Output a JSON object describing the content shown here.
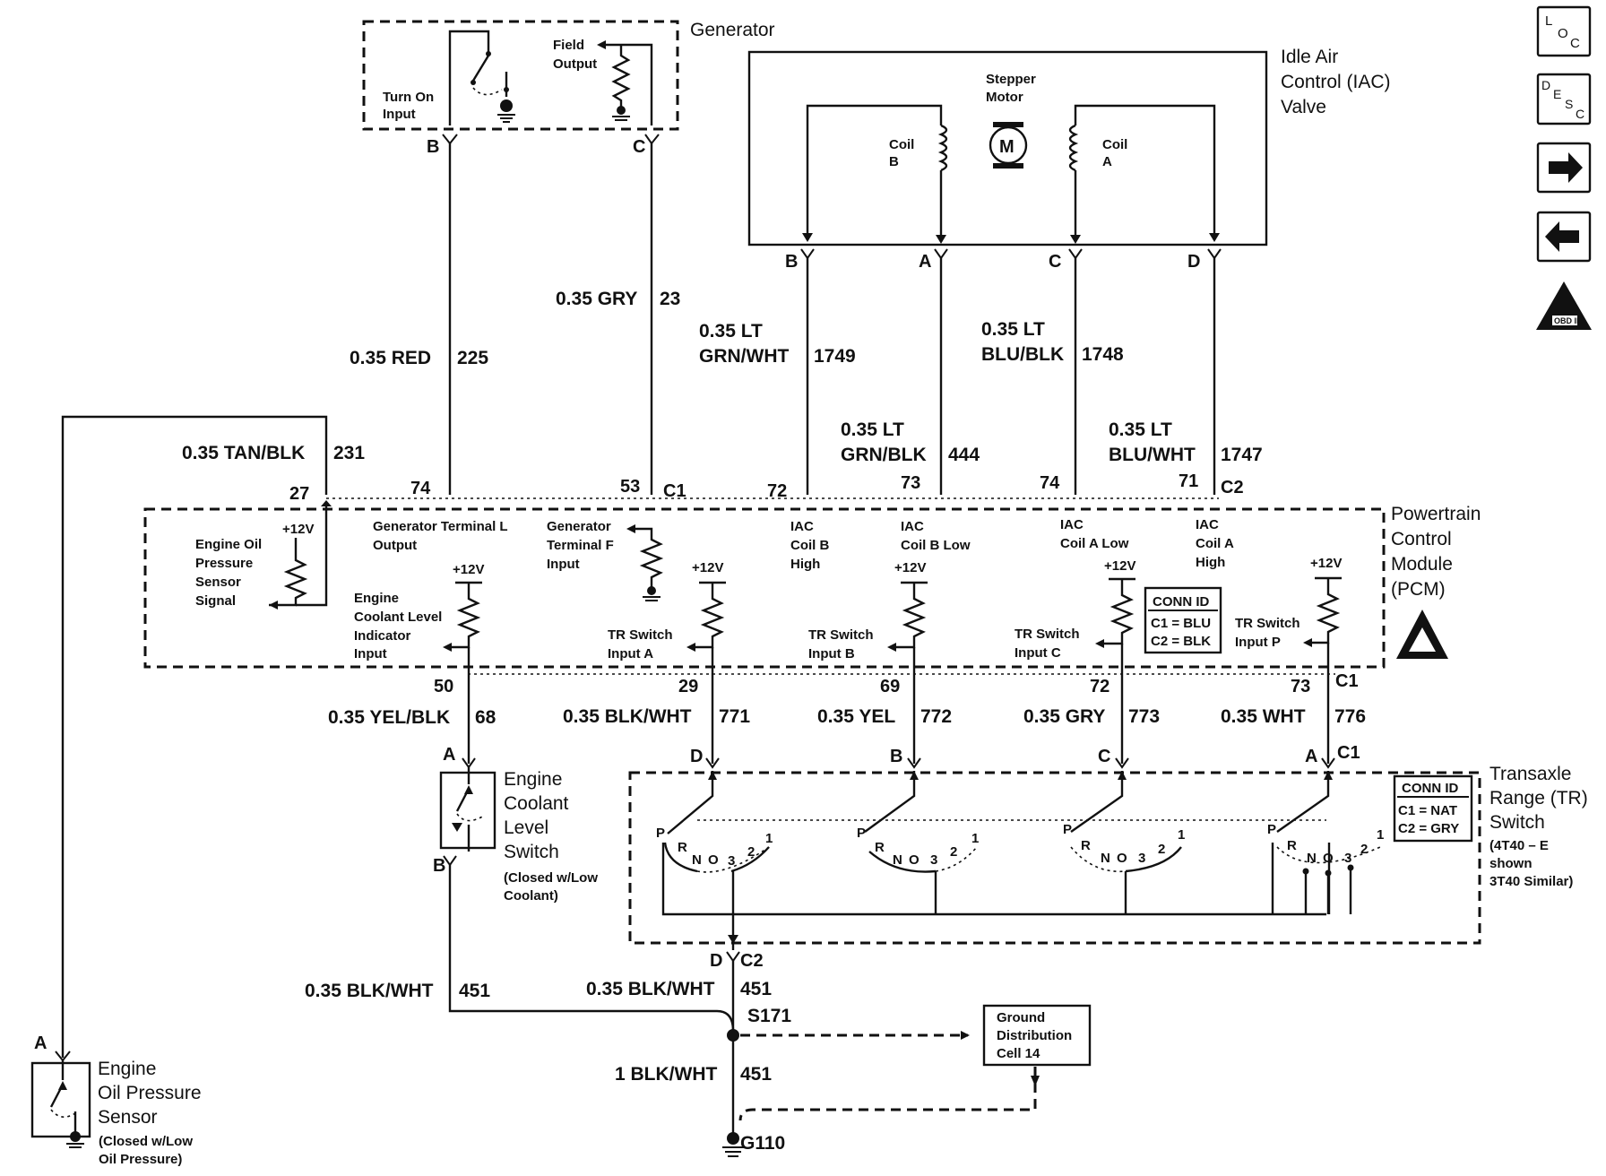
{
  "generator": {
    "title": "Generator",
    "turn_on_input": [
      "Turn On",
      "Input"
    ],
    "field_output": [
      "Field",
      "Output"
    ],
    "pin_b": "B",
    "pin_c": "C"
  },
  "iac": {
    "title": [
      "Idle Air",
      "Control (IAC)",
      "Valve"
    ],
    "motor_label": [
      "Stepper",
      "Motor"
    ],
    "motor_symbol": "M",
    "coil_b": [
      "Coil",
      "B"
    ],
    "coil_a": [
      "Coil",
      "A"
    ],
    "pins": [
      "B",
      "A",
      "C",
      "D"
    ]
  },
  "wires_upper": [
    {
      "gauge": "0.35 RED",
      "circuit": "225"
    },
    {
      "gauge": "0.35 GRY",
      "circuit": "23"
    },
    {
      "gauge": [
        "0.35 LT",
        "GRN/WHT"
      ],
      "circuit": "1749"
    },
    {
      "gauge": [
        "0.35 LT",
        "GRN/BLK"
      ],
      "circuit": "444"
    },
    {
      "gauge": [
        "0.35 LT",
        "BLU/BLK"
      ],
      "circuit": "1748"
    },
    {
      "gauge": [
        "0.35 LT",
        "BLU/WHT"
      ],
      "circuit": "1747"
    },
    {
      "gauge": "0.35 TAN/BLK",
      "circuit": "231"
    }
  ],
  "pcm": {
    "title": [
      "Powertrain",
      "Control",
      "Module",
      "(PCM)"
    ],
    "top_pins": [
      "27",
      "74",
      "53",
      "C1",
      "72",
      "73",
      "74",
      "71",
      "C2"
    ],
    "bottom_pins": [
      "50",
      "29",
      "69",
      "72",
      "73",
      "C1"
    ],
    "supply": "+12V",
    "labels": {
      "oil": [
        "Engine Oil",
        "Pressure",
        "Sensor",
        "Signal"
      ],
      "gen_l": [
        "Generator Terminal L",
        "Output"
      ],
      "gen_f": [
        "Generator",
        "Terminal F",
        "Input"
      ],
      "coolant": [
        "Engine",
        "Coolant Level",
        "Indicator",
        "Input"
      ],
      "iac_b_high": [
        "IAC",
        "Coil B",
        "High"
      ],
      "iac_b_low": [
        "IAC",
        "Coil B Low"
      ],
      "iac_a_low": [
        "IAC",
        "Coil A Low"
      ],
      "iac_a_high": [
        "IAC",
        "Coil A",
        "High"
      ],
      "tr_a": [
        "TR Switch",
        "Input A"
      ],
      "tr_b": [
        "TR Switch",
        "Input B"
      ],
      "tr_c": [
        "TR Switch",
        "Input C"
      ],
      "tr_p": [
        "TR Switch",
        "Input P"
      ]
    },
    "conn_id": {
      "title": "CONN ID",
      "c1": "C1 = BLU",
      "c2": "C2 = BLK"
    }
  },
  "wires_lower": [
    {
      "gauge": "0.35 YEL/BLK",
      "circuit": "68"
    },
    {
      "gauge": "0.35 BLK/WHT",
      "circuit": "771"
    },
    {
      "gauge": "0.35 YEL",
      "circuit": "772"
    },
    {
      "gauge": "0.35 GRY",
      "circuit": "773"
    },
    {
      "gauge": "0.35 WHT",
      "circuit": "776"
    }
  ],
  "coolant_switch": {
    "title": [
      "Engine",
      "Coolant",
      "Level",
      "Switch"
    ],
    "note": [
      "(Closed w/Low",
      "Coolant)"
    ],
    "pin_a": "A",
    "pin_b": "B"
  },
  "tr_switch": {
    "title": [
      "Transaxle",
      "Range (TR)",
      "Switch"
    ],
    "note": [
      "(4T40 – E",
      "shown",
      "3T40 Similar)"
    ],
    "pins_top": [
      "D",
      "B",
      "C",
      "A",
      "C1"
    ],
    "pins_bottom": [
      "D",
      "C2"
    ],
    "positions": [
      "P",
      "R",
      "N",
      "O",
      "3",
      "2",
      "1"
    ],
    "conn_id": {
      "title": "CONN ID",
      "c1": "C1 = NAT",
      "c2": "C2 = GRY"
    }
  },
  "ground": {
    "wire_left": {
      "gauge": "0.35 BLK/WHT",
      "circuit": "451"
    },
    "wire_right": {
      "gauge": "0.35 BLK/WHT",
      "circuit": "451"
    },
    "wire_main": {
      "gauge": "1 BLK/WHT",
      "circuit": "451"
    },
    "splice": "S171",
    "ground_point": "G110",
    "distribution": [
      "Ground",
      "Distribution",
      "Cell 14"
    ]
  },
  "oil_sensor": {
    "title": [
      "Engine",
      "Oil Pressure",
      "Sensor"
    ],
    "note": [
      "(Closed w/Low",
      "Oil Pressure)"
    ],
    "pin_a": "A"
  },
  "nav": {
    "loc": [
      "L",
      "O",
      "C"
    ],
    "desc": [
      "D",
      "E",
      "S",
      "C"
    ],
    "obd": "OBD II"
  }
}
